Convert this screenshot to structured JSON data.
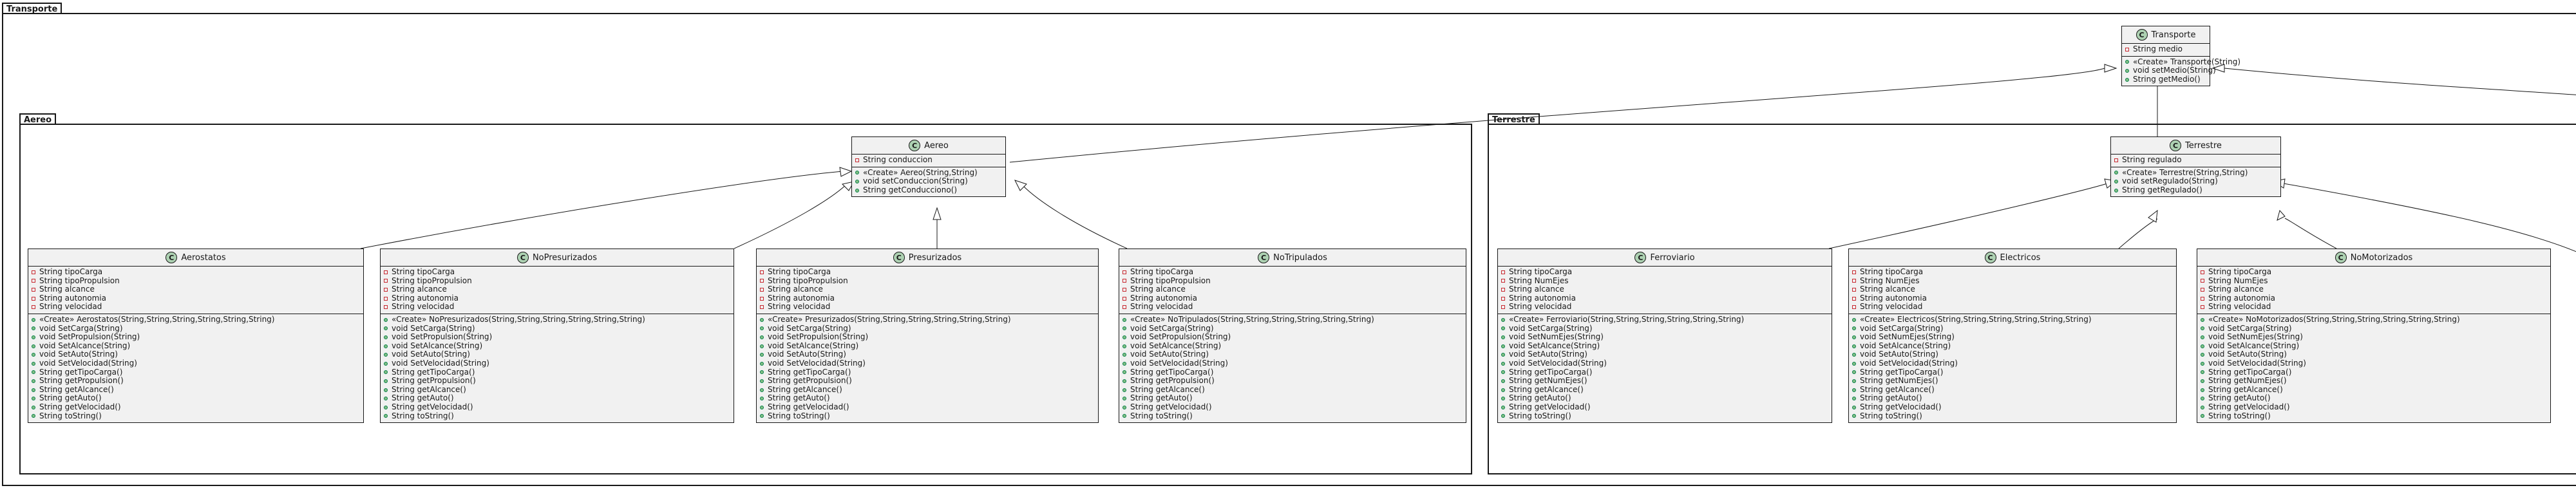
{
  "packages": {
    "transporte": "Transporte",
    "aereo": "Aereo",
    "terrestre": "Terrestre"
  },
  "classes": [
    {
      "id": "transporte",
      "name": "Transporte",
      "attrs": [
        "String medio"
      ],
      "methods": [
        "«Create» Transporte(String)",
        "void setMedio(String)",
        "String getMedio()"
      ]
    },
    {
      "id": "aereo",
      "name": "Aereo",
      "attrs": [
        "String conduccion"
      ],
      "methods": [
        "«Create» Aereo(String,String)",
        "void setConduccion(String)",
        "String getConducciono()"
      ]
    },
    {
      "id": "terrestre",
      "name": "Terrestre",
      "attrs": [
        "String regulado"
      ],
      "methods": [
        "«Create» Terrestre(String,String)",
        "void setRegulado(String)",
        "String getRegulado()"
      ]
    },
    {
      "id": "aerostatos",
      "name": "Aerostatos",
      "attrs": [
        "String tipoCarga",
        "String tipoPropulsion",
        "String alcance",
        "String autonomia",
        "String velocidad"
      ],
      "methods": [
        "«Create» Aerostatos(String,String,String,String,String,String)",
        "void SetCarga(String)",
        "void SetPropulsion(String)",
        "void SetAlcance(String)",
        "void SetAuto(String)",
        "void SetVelocidad(String)",
        "String getTipoCarga()",
        "String getPropulsion()",
        "String getAlcance()",
        "String getAuto()",
        "String getVelocidad()",
        "String toString()"
      ]
    },
    {
      "id": "nopresurizados",
      "name": "NoPresurizados",
      "attrs": [
        "String tipoCarga",
        "String tipoPropulsion",
        "String alcance",
        "String autonomia",
        "String velocidad"
      ],
      "methods": [
        "«Create» NoPresurizados(String,String,String,String,String,String)",
        "void SetCarga(String)",
        "void SetPropulsion(String)",
        "void SetAlcance(String)",
        "void SetAuto(String)",
        "void SetVelocidad(String)",
        "String getTipoCarga()",
        "String getPropulsion()",
        "String getAlcance()",
        "String getAuto()",
        "String getVelocidad()",
        "String toString()"
      ]
    },
    {
      "id": "presurizados",
      "name": "Presurizados",
      "attrs": [
        "String tipoCarga",
        "String tipoPropulsion",
        "String alcance",
        "String autonomia",
        "String velocidad"
      ],
      "methods": [
        "«Create» Presurizados(String,String,String,String,String,String)",
        "void SetCarga(String)",
        "void SetPropulsion(String)",
        "void SetAlcance(String)",
        "void SetAuto(String)",
        "void SetVelocidad(String)",
        "String getTipoCarga()",
        "String getPropulsion()",
        "String getAlcance()",
        "String getAuto()",
        "String getVelocidad()",
        "String toString()"
      ]
    },
    {
      "id": "notripulados",
      "name": "NoTripulados",
      "attrs": [
        "String tipoCarga",
        "String tipoPropulsion",
        "String alcance",
        "String autonomia",
        "String velocidad"
      ],
      "methods": [
        "«Create» NoTripulados(String,String,String,String,String,String)",
        "void SetCarga(String)",
        "void SetPropulsion(String)",
        "void SetAlcance(String)",
        "void SetAuto(String)",
        "void SetVelocidad(String)",
        "String getTipoCarga()",
        "String getPropulsion()",
        "String getAlcance()",
        "String getAuto()",
        "String getVelocidad()",
        "String toString()"
      ]
    },
    {
      "id": "ferroviario",
      "name": "Ferroviario",
      "attrs": [
        "String tipoCarga",
        "String NumEjes",
        "String alcance",
        "String autonomia",
        "String velocidad"
      ],
      "methods": [
        "«Create» Ferroviario(String,String,String,String,String,String)",
        "void SetCarga(String)",
        "void SetNumEjes(String)",
        "void SetAlcance(String)",
        "void SetAuto(String)",
        "void SetVelocidad(String)",
        "String getTipoCarga()",
        "String getNumEjes()",
        "String getAlcance()",
        "String getAuto()",
        "String getVelocidad()",
        "String toString()"
      ]
    },
    {
      "id": "electricos",
      "name": "Electricos",
      "attrs": [
        "String tipoCarga",
        "String NumEjes",
        "String alcance",
        "String autonomia",
        "String velocidad"
      ],
      "methods": [
        "«Create» Electricos(String,String,String,String,String,String)",
        "void SetCarga(String)",
        "void SetNumEjes(String)",
        "void SetAlcance(String)",
        "void SetAuto(String)",
        "void SetVelocidad(String)",
        "String getTipoCarga()",
        "String getNumEjes()",
        "String getAlcance()",
        "String getAuto()",
        "String getVelocidad()",
        "String toString()"
      ]
    },
    {
      "id": "nomotorizados",
      "name": "NoMotorizados",
      "attrs": [
        "String tipoCarga",
        "String NumEjes",
        "String alcance",
        "String autonomia",
        "String velocidad"
      ],
      "methods": [
        "«Create» NoMotorizados(String,String,String,String,String,String)",
        "void SetCarga(String)",
        "void SetNumEjes(String)",
        "void SetAlcance(String)",
        "void SetAuto(String)",
        "void SetVelocidad(String)",
        "String getTipoCarga()",
        "String getNumEjes()",
        "String getAlcance()",
        "String getAuto()",
        "String getVelocidad()",
        "String toString()"
      ]
    }
  ],
  "class_badge_letter": "C",
  "colors": {
    "class_fill": "#f1f1f1",
    "badge_fill": "#ADD1B2",
    "private_marker": "#C82930",
    "public_marker": "#84BE84",
    "line": "#181818"
  }
}
